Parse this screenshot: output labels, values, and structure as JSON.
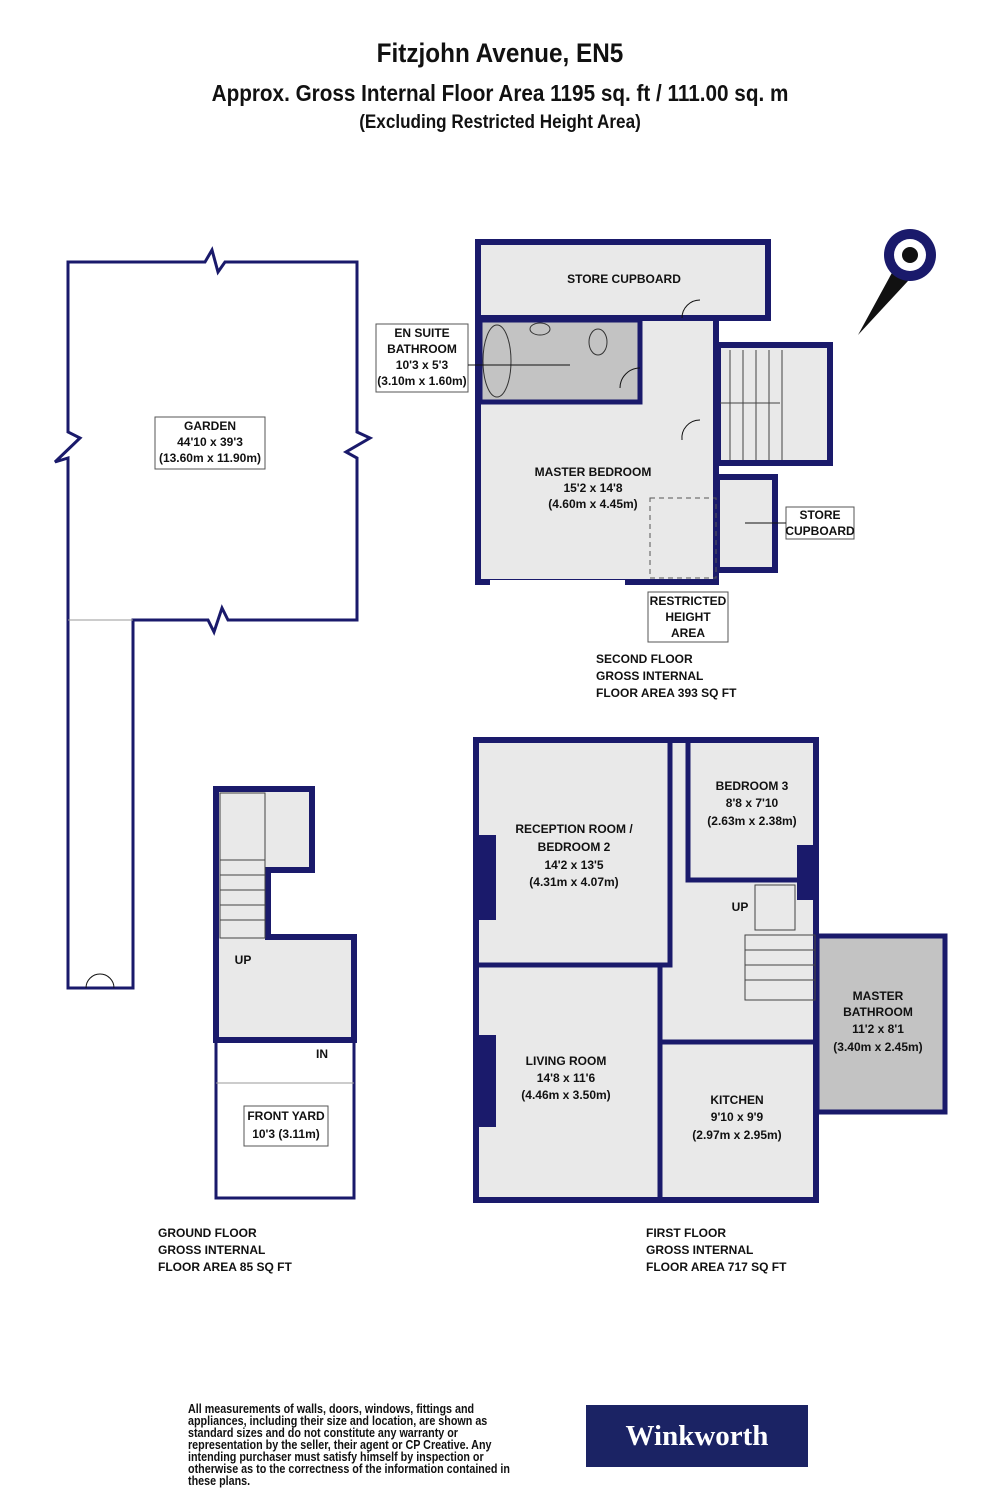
{
  "header": {
    "title": "Fitzjohn Avenue, EN5",
    "subtitle": "Approx. Gross Internal Floor Area 1195 sq. ft / 111.00 sq. m",
    "note": "(Excluding Restricted Height Area)"
  },
  "colors": {
    "wall": "#1a1a6b",
    "room_fill": "#e9e9e9",
    "bathroom_fill": "#c3c3c3"
  },
  "rooms": {
    "garden": {
      "name": "GARDEN",
      "dim_imperial": "44'10 x 39'3",
      "dim_metric": "(13.60m x 11.90m)"
    },
    "store_cupboard_top": {
      "name": "STORE CUPBOARD"
    },
    "en_suite": {
      "name1": "EN SUITE",
      "name2": "BATHROOM",
      "dim_imperial": "10'3 x 5'3",
      "dim_metric": "(3.10m x 1.60m)"
    },
    "master_bedroom": {
      "name": "MASTER BEDROOM",
      "dim_imperial": "15'2 x 14'8",
      "dim_metric": "(4.60m x 4.45m)"
    },
    "store_cupboard_side": {
      "name1": "STORE",
      "name2": "CUPBOARD"
    },
    "restricted": {
      "line1": "RESTRICTED",
      "line2": "HEIGHT",
      "line3": "AREA"
    },
    "reception": {
      "name1": "RECEPTION ROOM /",
      "name2": "BEDROOM 2",
      "dim_imperial": "14'2 x 13'5",
      "dim_metric": "(4.31m x 4.07m)"
    },
    "bedroom3": {
      "name": "BEDROOM 3",
      "dim_imperial": "8'8 x 7'10",
      "dim_metric": "(2.63m x 2.38m)"
    },
    "master_bathroom": {
      "name1": "MASTER",
      "name2": "BATHROOM",
      "dim_imperial": "11'2 x 8'1",
      "dim_metric": "(3.40m x 2.45m)"
    },
    "living": {
      "name": "LIVING ROOM",
      "dim_imperial": "14'8 x 11'6",
      "dim_metric": "(4.46m x 3.50m)"
    },
    "kitchen": {
      "name": "KITCHEN",
      "dim_imperial": "9'10 x 9'9",
      "dim_metric": "(2.97m x 2.95m)"
    },
    "front_yard": {
      "name": "FRONT YARD",
      "dim": "10'3 (3.11m)"
    }
  },
  "markers": {
    "up_first": "UP",
    "up_ground": "UP",
    "in": "IN"
  },
  "floors": {
    "second": {
      "line1": "SECOND FLOOR",
      "line2": "GROSS INTERNAL",
      "line3": "FLOOR AREA 393 SQ FT"
    },
    "ground": {
      "line1": "GROUND FLOOR",
      "line2": "GROSS INTERNAL",
      "line3": "FLOOR AREA 85 SQ FT"
    },
    "first": {
      "line1": "FIRST FLOOR",
      "line2": "GROSS INTERNAL",
      "line3": "FLOOR AREA 717 SQ FT"
    }
  },
  "footer": {
    "disclaimer": "All measurements of walls, doors, windows, fittings and appliances, including their size and location, are shown as standard sizes and do not constitute any warranty or representation by the seller, their agent or CP Creative. Any intending purchaser must satisfy himself by inspection or otherwise as to the correctness of the information contained in these plans.",
    "brand": "Winkworth"
  }
}
